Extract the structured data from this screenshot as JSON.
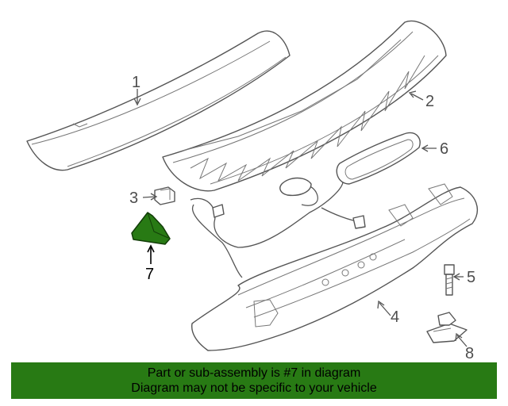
{
  "colors": {
    "highlight": "#287a14",
    "highlight_stroke": "#123d08",
    "line": "#555555",
    "banner_bg": "#287a14",
    "banner_text": "#000000"
  },
  "callouts": [
    {
      "id": "1",
      "label": "1",
      "part": "spoiler"
    },
    {
      "id": "2",
      "label": "2",
      "part": "spoiler-base"
    },
    {
      "id": "3",
      "label": "3",
      "part": "clip"
    },
    {
      "id": "4",
      "label": "4",
      "part": "support-bracket"
    },
    {
      "id": "5",
      "label": "5",
      "part": "bolt"
    },
    {
      "id": "6",
      "label": "6",
      "part": "lamp-housing"
    },
    {
      "id": "7",
      "label": "7",
      "part": "cover",
      "highlighted": true
    },
    {
      "id": "8",
      "label": "8",
      "part": "small-bracket"
    }
  ],
  "banner": {
    "line1": "Part or sub-assembly is #7 in diagram",
    "line2": "Diagram may not be specific to your vehicle"
  }
}
